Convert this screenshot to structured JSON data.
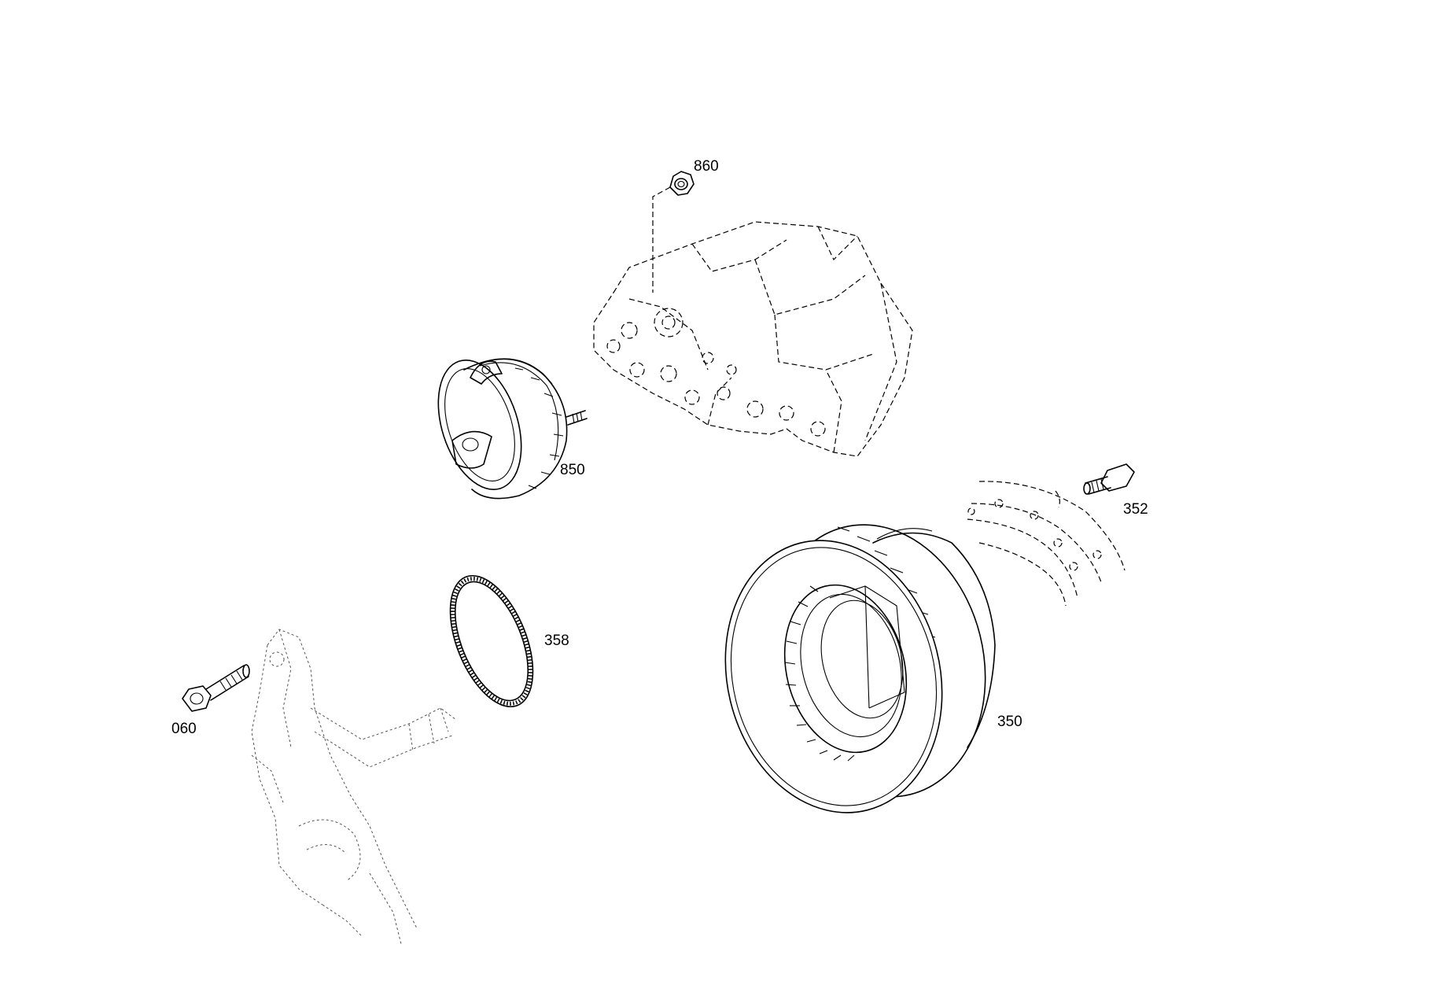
{
  "callouts": {
    "p860": "860",
    "p850": "850",
    "p352": "352",
    "p358": "358",
    "p060": "060",
    "p350": "350"
  }
}
